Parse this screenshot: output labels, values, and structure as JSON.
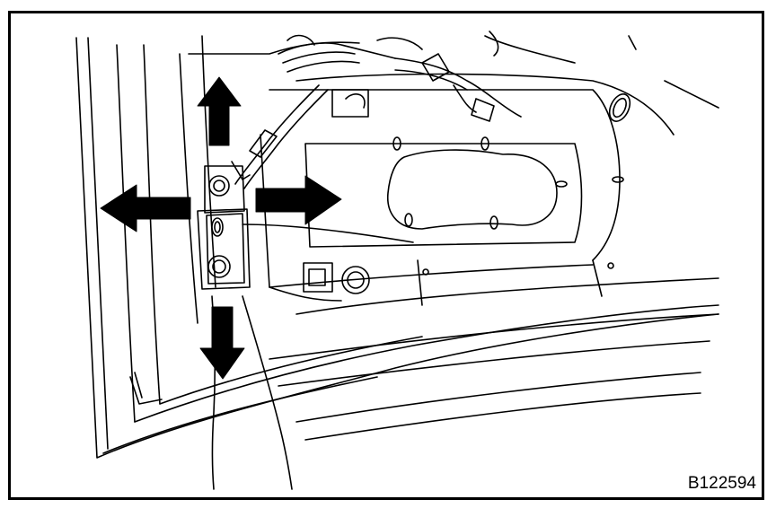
{
  "figure": {
    "code": "B122594"
  },
  "colors": {
    "line": "#000000",
    "background": "#ffffff"
  },
  "arrows": [
    "up",
    "left",
    "right",
    "down"
  ]
}
